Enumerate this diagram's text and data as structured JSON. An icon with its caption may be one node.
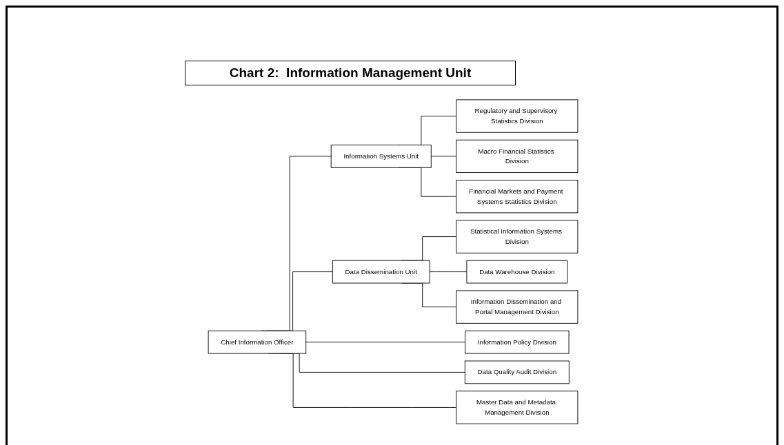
{
  "diagram": {
    "title": "Chart 2:  Information Management Unit",
    "nodes": [
      {
        "text": [
          "Chief Information Officer"
        ]
      },
      {
        "text": [
          "Information Systems Unit"
        ]
      },
      {
        "text": [
          "Data Dissemination Unit"
        ]
      },
      {
        "text": [
          "Information Policy Division"
        ]
      },
      {
        "text": [
          "Data Quality Audit Division"
        ]
      },
      {
        "text": [
          "Master Data and Metadata Management Division"
        ]
      },
      {
        "text": [
          "Regulatory and Supervisory Statistics Division"
        ]
      },
      {
        "text": [
          "Macro Financial Statistics Division"
        ]
      },
      {
        "text": [
          "Financial Markets and Payment Systems Statistics Division"
        ]
      },
      {
        "text": [
          "Statistical Information Systems Division"
        ]
      },
      {
        "text": [
          "Data Warehouse Division"
        ]
      },
      {
        "text": [
          "Information Dissemination and Portal Management Division"
        ]
      }
    ],
    "edges": [
      {
        "from": 0,
        "to": 1,
        "arrow": "none"
      },
      {
        "from": 0,
        "to": 2,
        "arrow": "none"
      },
      {
        "from": 1,
        "to": 6,
        "arrow": "none"
      },
      {
        "from": 1,
        "to": 7,
        "arrow": "none"
      },
      {
        "from": 1,
        "to": 8,
        "arrow": "none"
      },
      {
        "from": 2,
        "to": 9,
        "arrow": "none"
      },
      {
        "from": 2,
        "to": 10,
        "arrow": "none"
      },
      {
        "from": 2,
        "to": 11,
        "arrow": "none"
      },
      {
        "from": 0,
        "to": 3,
        "arrow": "none"
      },
      {
        "from": 0,
        "to": 4,
        "arrow": "none"
      },
      {
        "from": 0,
        "to": 5,
        "arrow": "none"
      }
    ]
  }
}
